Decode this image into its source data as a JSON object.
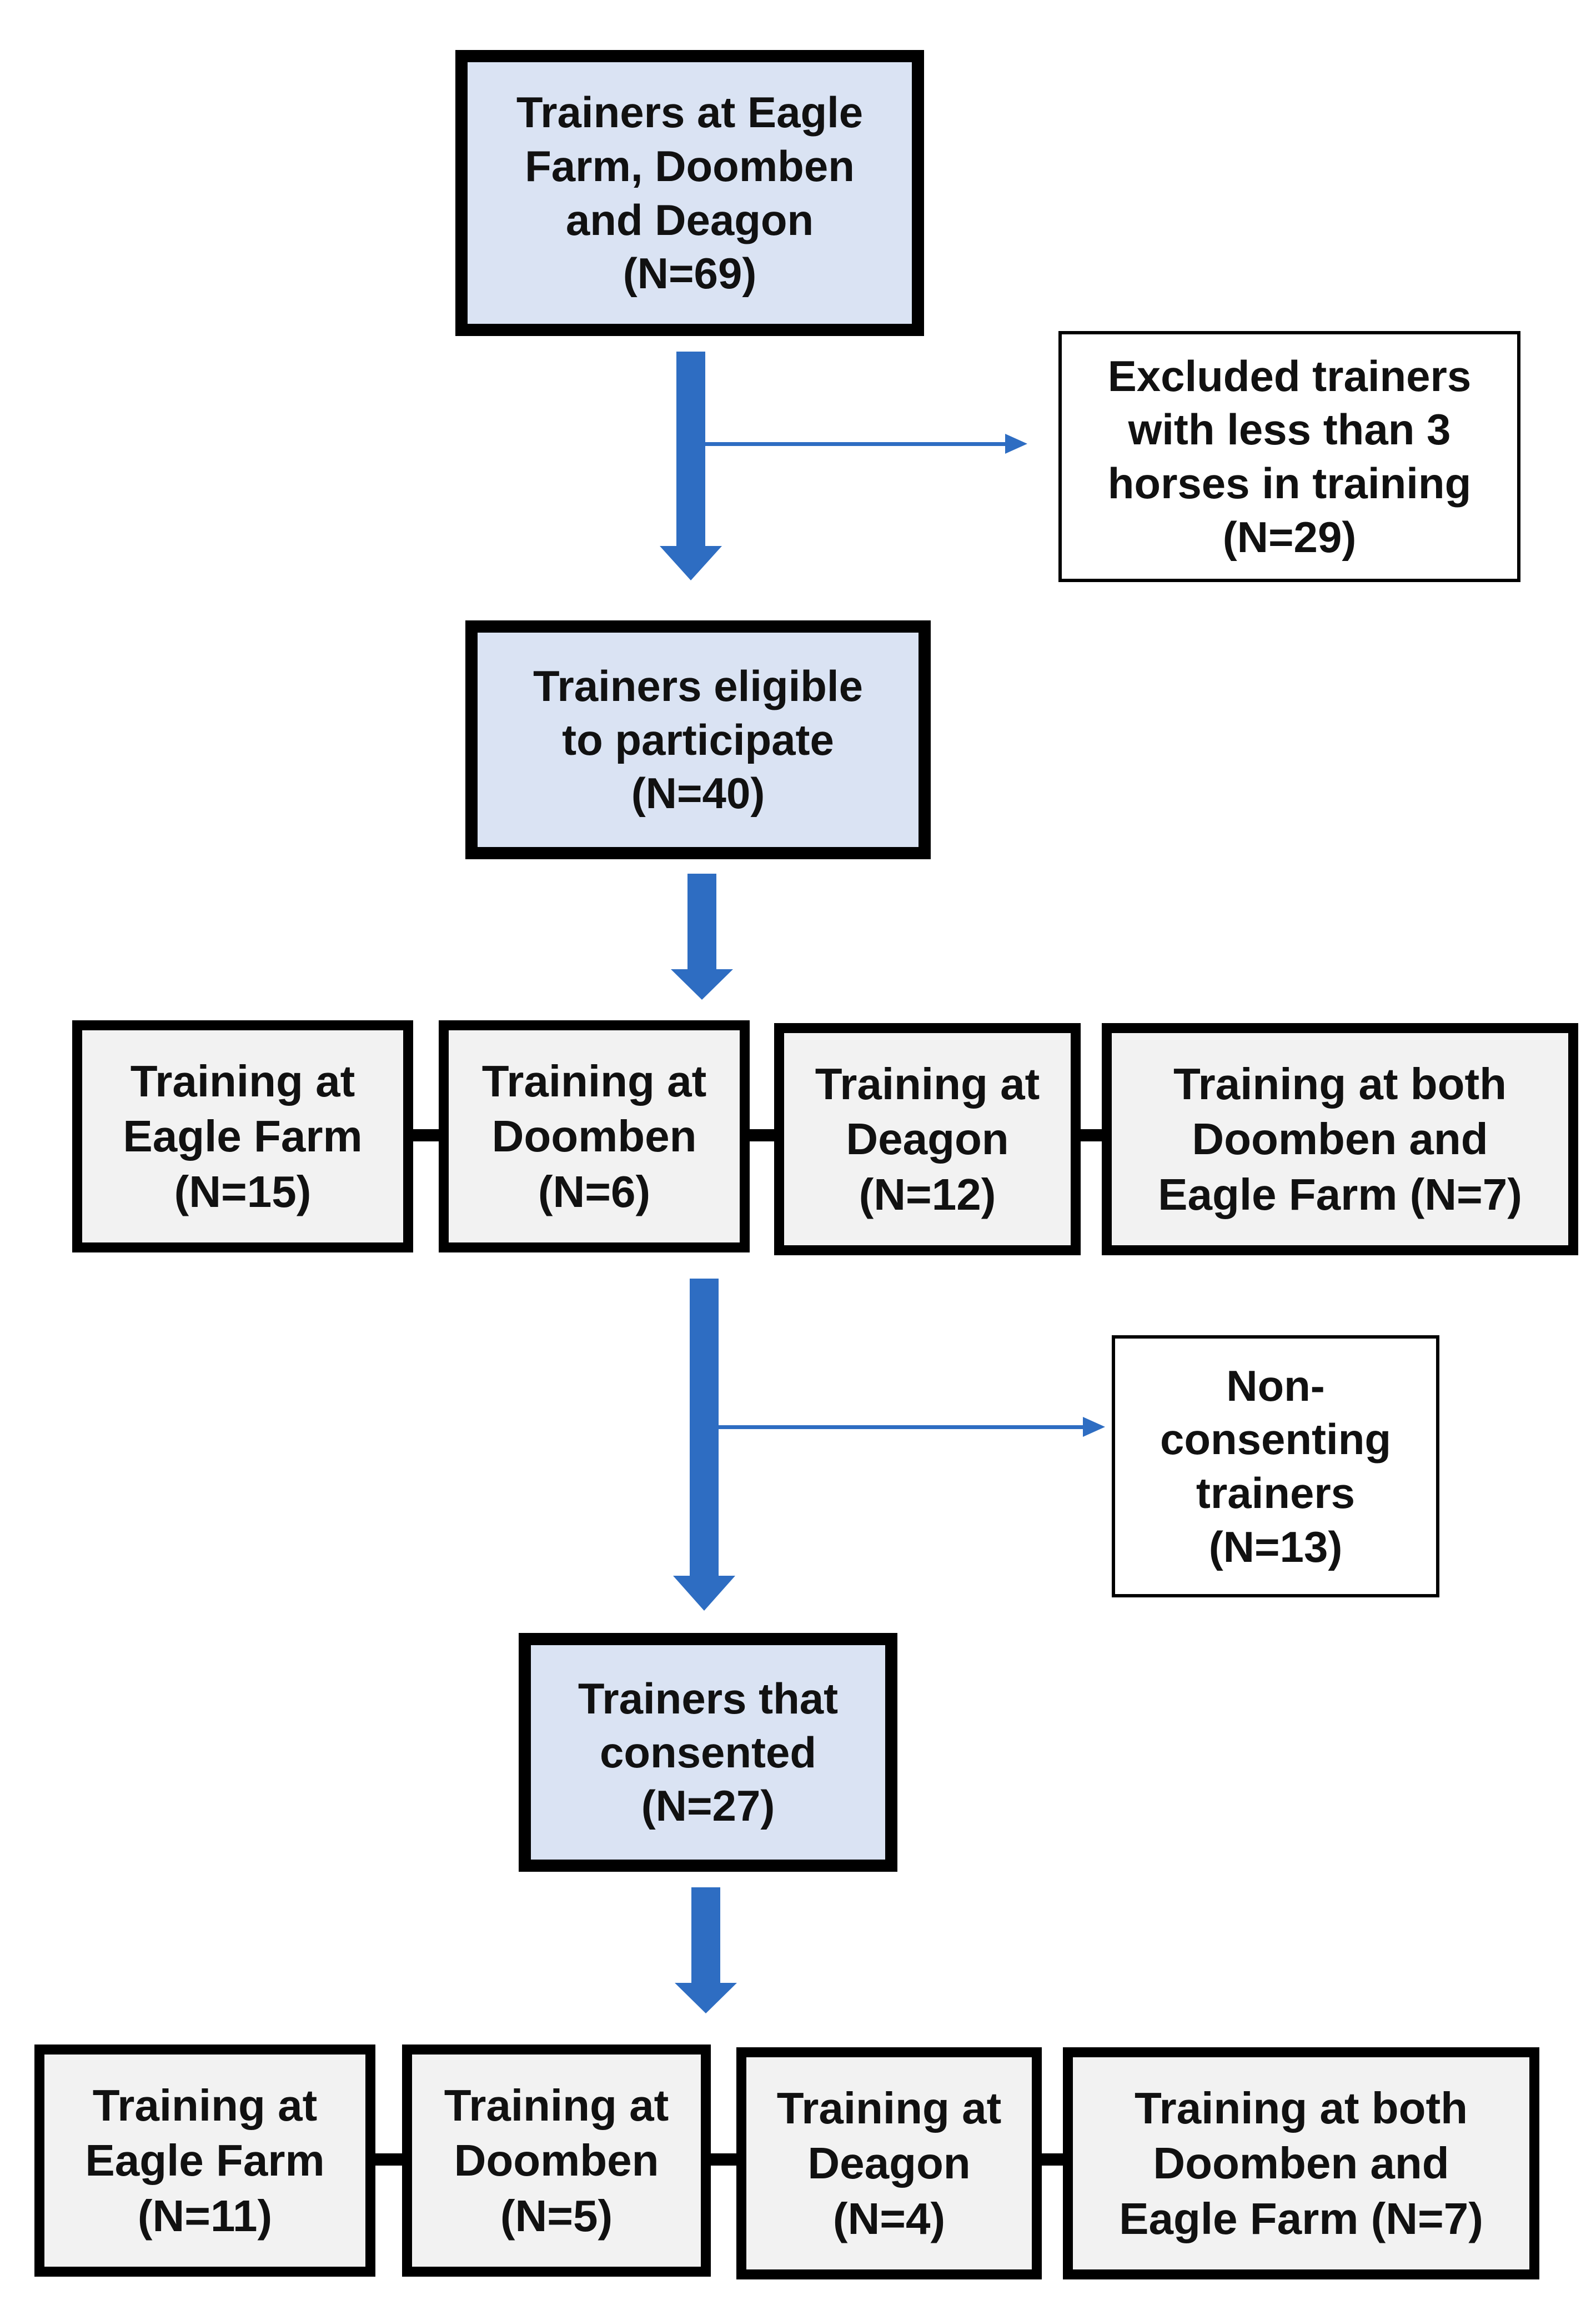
{
  "colors": {
    "main_fill": "#dae3f3",
    "site_fill": "#f2f2f2",
    "side_fill": "#ffffff",
    "arrow": "#2e6dc2",
    "border": "#000000"
  },
  "top_box": {
    "lines": [
      "Trainers at Eagle",
      "Farm, Doomben",
      "and Deagon",
      "(N=69)"
    ]
  },
  "excluded_box": {
    "lines": [
      "Excluded trainers",
      "with less than 3",
      "horses in training",
      "(N=29)"
    ]
  },
  "eligible_box": {
    "lines": [
      "Trainers eligible",
      "to participate",
      "(N=40)"
    ]
  },
  "eligible_sites": [
    {
      "lines": [
        "Training at",
        "Eagle Farm",
        "(N=15)"
      ]
    },
    {
      "lines": [
        "Training at",
        "Doomben",
        "(N=6)"
      ]
    },
    {
      "lines": [
        "Training at",
        "Deagon",
        "(N=12)"
      ]
    },
    {
      "lines": [
        "Training at both",
        "Doomben and",
        "Eagle Farm (N=7)"
      ]
    }
  ],
  "nonconsent_box": {
    "lines": [
      "Non-",
      "consenting",
      "trainers",
      "(N=13)"
    ]
  },
  "consented_box": {
    "lines": [
      "Trainers that",
      "consented",
      "(N=27)"
    ]
  },
  "consented_sites": [
    {
      "lines": [
        "Training at",
        "Eagle Farm",
        "(N=11)"
      ]
    },
    {
      "lines": [
        "Training at",
        "Doomben",
        "(N=5)"
      ]
    },
    {
      "lines": [
        "Training at",
        "Deagon",
        "(N=4)"
      ]
    },
    {
      "lines": [
        "Training at both",
        "Doomben and",
        "Eagle Farm (N=7)"
      ]
    }
  ]
}
